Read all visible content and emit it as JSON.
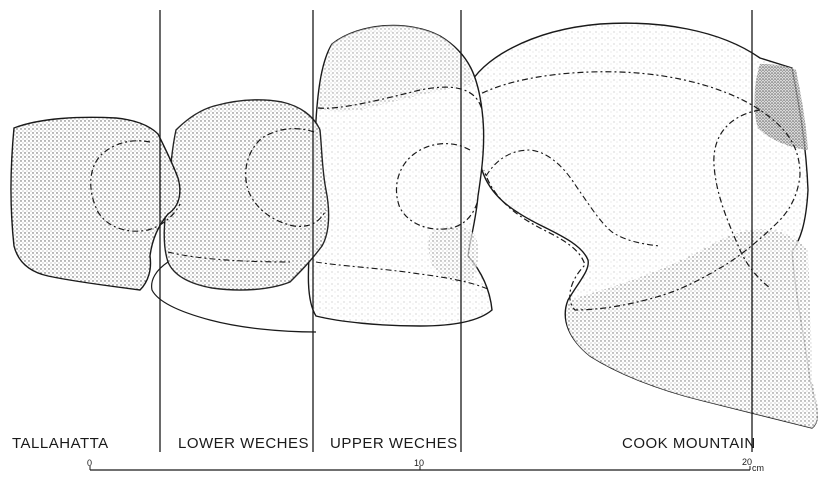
{
  "formations": [
    {
      "label": "TALLAHATTA"
    },
    {
      "label": "LOWER WECHES"
    },
    {
      "label": "UPPER WECHES"
    },
    {
      "label": "COOK MOUNTAIN"
    }
  ],
  "scale": {
    "start": "0",
    "mid": "10",
    "end": "20",
    "unit": "cm"
  }
}
